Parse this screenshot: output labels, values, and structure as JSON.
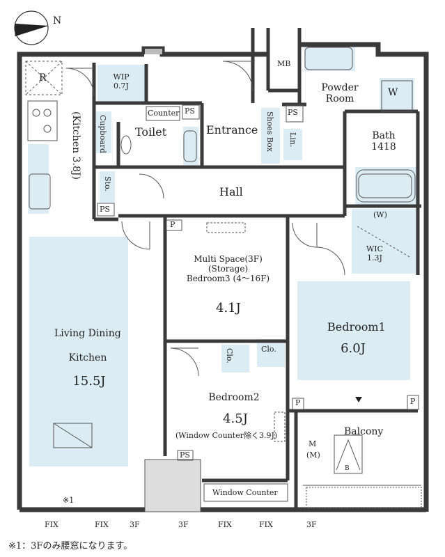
{
  "rooms": {
    "wip": {
      "name": "WIP",
      "size": "0.7J"
    },
    "counter": "Counter",
    "ps": "PS",
    "toilet": "Toilet",
    "entrance": "Entrance",
    "shoes_box": "Shoes Box",
    "linen": "Lin.",
    "mb": "MB",
    "powder_room": [
      "Powder",
      "Room"
    ],
    "washer": "W",
    "bath": {
      "name": "Bath",
      "size": "1418"
    },
    "kitchen_vertical": "(Kitchen 3.8J)",
    "cupboard": "Cupboard",
    "refrigerator": "R",
    "storage": "Sto.",
    "hall": "Hall",
    "p": "P",
    "multi_space": {
      "line1": "Multi Space(3F)",
      "line2": "(Storage)",
      "line3": "Bedroom3 (4～16F)",
      "size": "4.1J"
    },
    "wic": {
      "w": "(W)",
      "name": "WIC",
      "size": "1.3J"
    },
    "ldk": {
      "line1": "Living Dining",
      "line2": "Kitchen",
      "size": "15.5J"
    },
    "bedroom1": {
      "name": "Bedroom1",
      "size": "6.0J"
    },
    "closet": "Clo.",
    "bedroom2": {
      "name": "Bedroom2",
      "size": "4.5J",
      "note": "(Window Counter除く3.9J)"
    },
    "balcony": "Balcony",
    "balcony_m1": "M",
    "balcony_m2": "(M)",
    "balcony_b": "B",
    "window_counter": "Window Counter",
    "note_mark": "※1"
  },
  "bottom_labels": [
    "FIX",
    "FIX",
    "3F",
    "3F",
    "FIX",
    "FIX",
    "3F"
  ],
  "compass": "N",
  "footnote": "※1：3Fのみ腰窓になります。",
  "colors": {
    "wall": "#3a3a3a",
    "room_fill": "#dcecf5",
    "line": "#444444"
  }
}
